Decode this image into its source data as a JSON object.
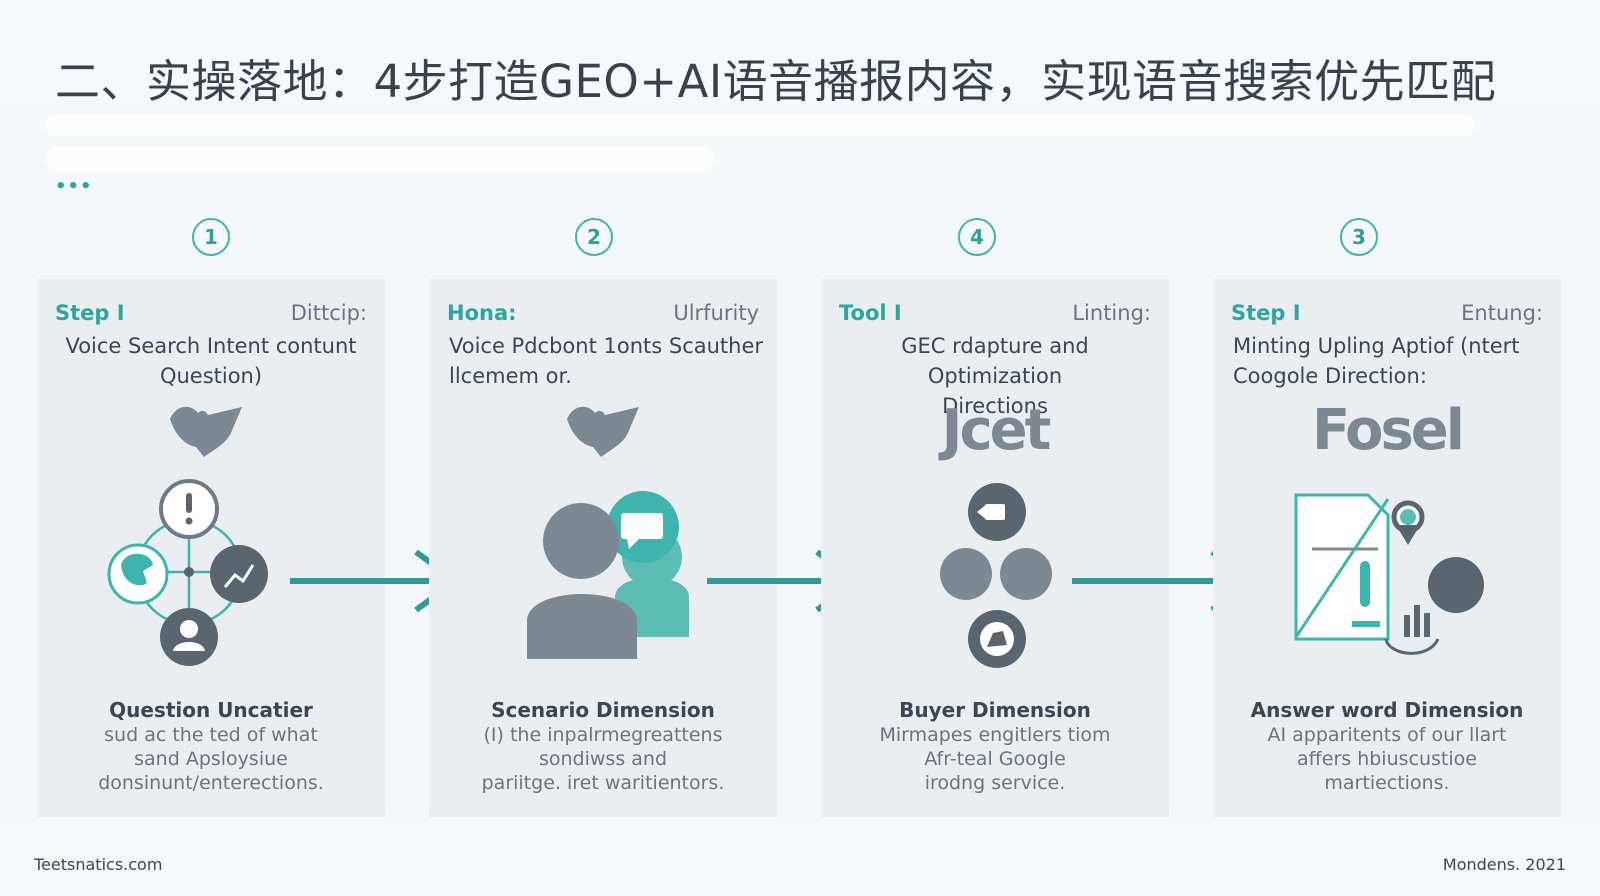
{
  "title": "二、实操落地：4步打造GEO+AI语音播报内容，实现语音搜索优先匹配",
  "ellipsis": "•••",
  "steps": [
    {
      "number": "1",
      "tag": "Step I",
      "meta": "Dittcip:",
      "title_lines": [
        "Voice Search Intent contunt",
        "Question)"
      ],
      "icon_top": "bird-icon",
      "foot_title": "Question Uncatier",
      "foot_lines": [
        "sud ac the ted of what",
        "sand Apsloysiue",
        "donsinunt/enterections."
      ]
    },
    {
      "number": "2",
      "tag": "Hona:",
      "meta": "Ulrfurity",
      "title_lines": [
        "Voice Pdcbont 1onts Scauther",
        "llcemem or."
      ],
      "icon_top": "bird-icon",
      "foot_title": "Scenario Dimension",
      "foot_lines": [
        "(I) the inpalrmegreattens",
        "sondiwss and",
        "pariitge. iret waritientors."
      ]
    },
    {
      "number": "4",
      "tag": "Tool I",
      "meta": "Linting:",
      "title_lines": [
        "GEC rdapture and Optimization",
        "Directions"
      ],
      "logo": "Jcet",
      "foot_title": "Buyer Dimension",
      "foot_lines": [
        "Mirmapes engitlers tiom",
        "Afr-teal Google",
        "irodng service."
      ]
    },
    {
      "number": "3",
      "tag": "Step I",
      "meta": "Entung:",
      "title_lines": [
        "Minting Upling Aptiof (ntert",
        "Coogole Direction:"
      ],
      "logo": "Fosel",
      "foot_title": "Answer word Dimension",
      "foot_lines": [
        "AI apparitents of our llart",
        "affers hbiuscustioe",
        "martiections."
      ]
    }
  ],
  "footer": {
    "left": "Teetsnatics.com",
    "right": "Mondens. 2021"
  },
  "colors": {
    "accent": "#2aa7a0",
    "teal_light": "#5cbdb5",
    "gray_icon": "#7d8893",
    "card_bg": "#ebeef1",
    "text": "#3c4550"
  }
}
